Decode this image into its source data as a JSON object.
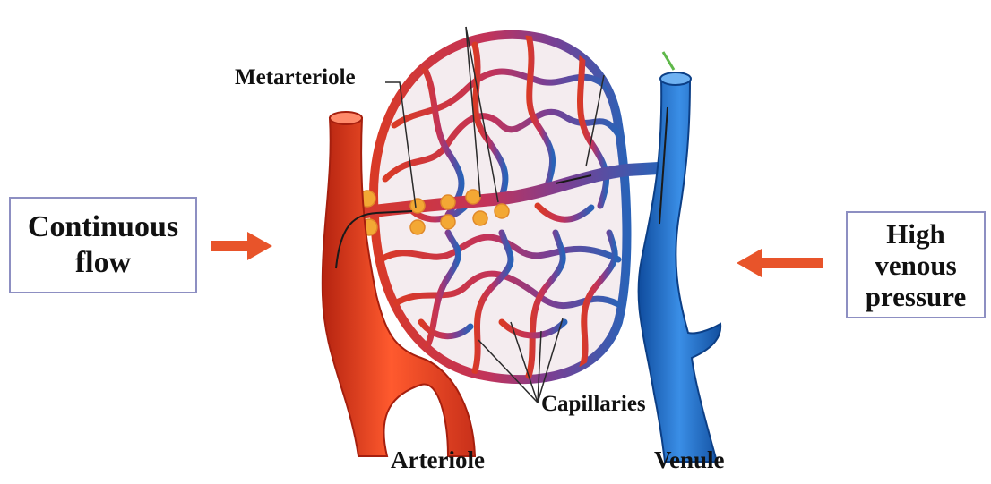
{
  "left_box": {
    "line1": "Continuous",
    "line2": "flow"
  },
  "right_box": {
    "line1": "High",
    "line2": "venous",
    "line3": "pressure"
  },
  "labels": {
    "metarteriole": "Metarteriole",
    "capillaries": "Capillaries",
    "arteriole": "Arteriole",
    "venule": "Venule"
  },
  "colors": {
    "arrow": "#e8542a",
    "arteriole": "#e23a1e",
    "venule": "#1f6fc6",
    "capillary_red": "#d1362a",
    "capillary_purple": "#7a3f93",
    "capillary_blue": "#2f63b8",
    "sphincter": "#f3a834",
    "box_border": "#8d8fc2"
  }
}
